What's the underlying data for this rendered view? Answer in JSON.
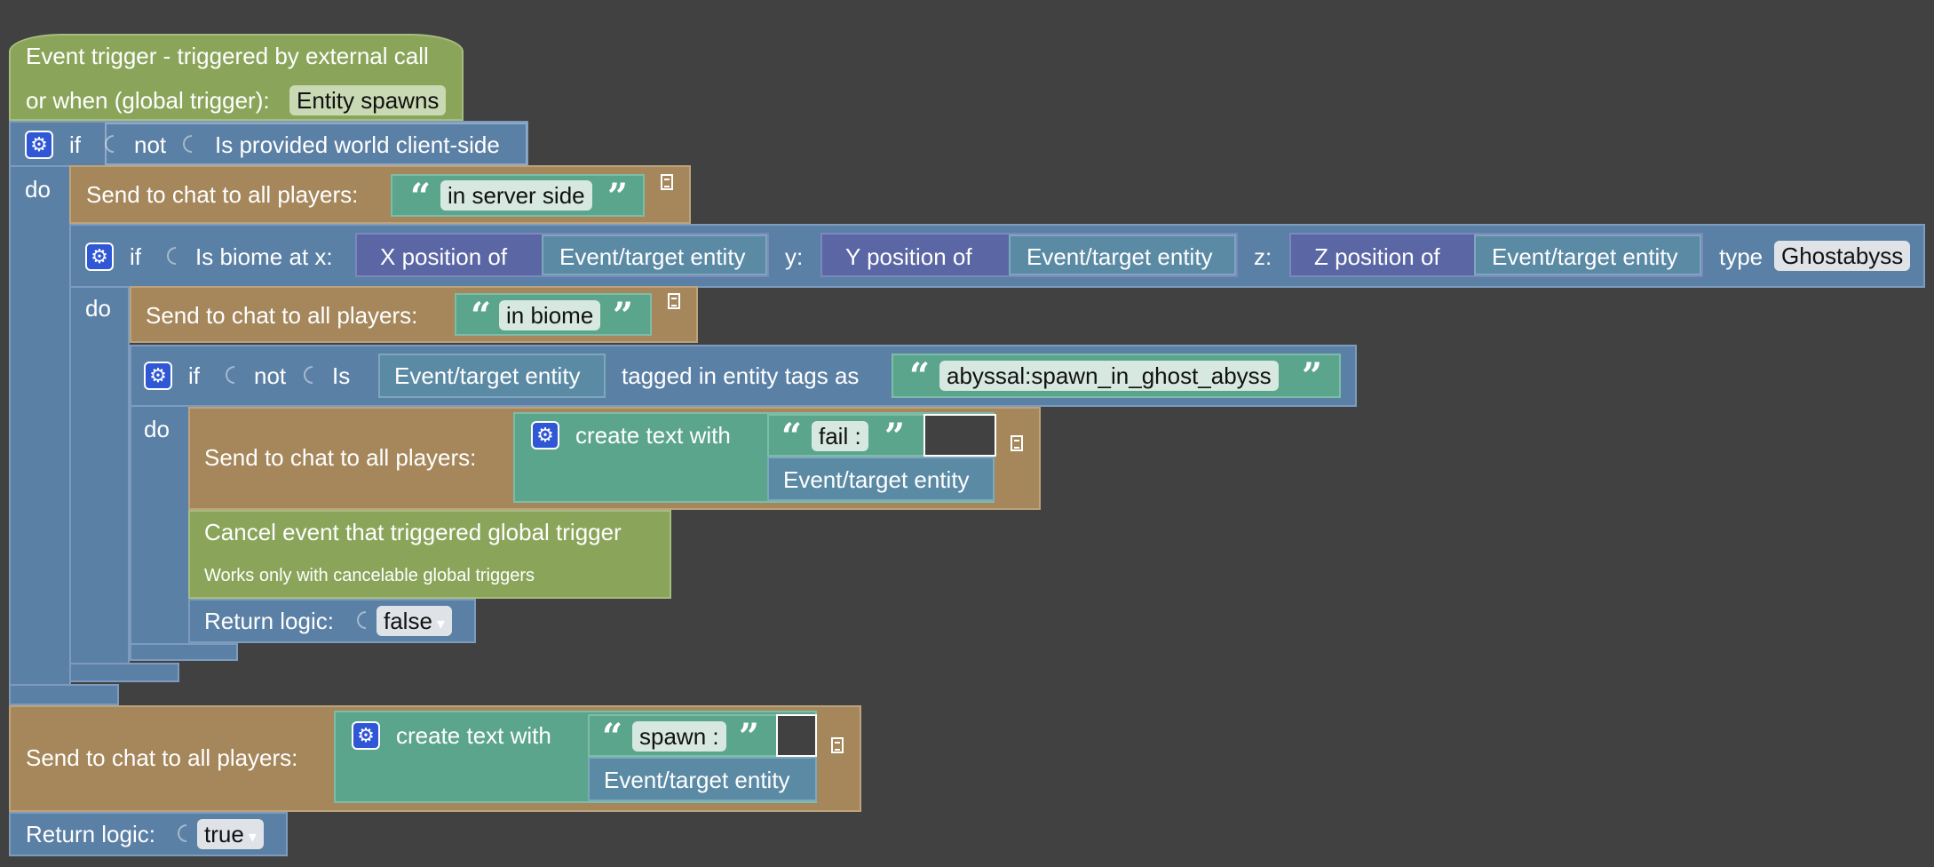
{
  "trigger": {
    "line1": "Event trigger - triggered by external call",
    "line2": "or when (global trigger):",
    "value": "Entity spawns"
  },
  "if1": {
    "if": "if",
    "not": "not",
    "cond": "Is provided world client-side",
    "do": "do"
  },
  "chat1": {
    "label": "Send to chat to all players:",
    "text": "in server side"
  },
  "if2": {
    "if": "if",
    "do": "do",
    "cond": "Is biome at x:",
    "xlabel": "X position of",
    "ent_x": "Event/target entity",
    "y": "y:",
    "ylabel": "Y position of",
    "ent_y": "Event/target entity",
    "z": "z:",
    "zlabel": "Z position of",
    "ent_z": "Event/target entity",
    "type": "type",
    "biome": "Ghostabyss"
  },
  "chat2": {
    "label": "Send to chat to all players:",
    "text": "in biome"
  },
  "if3": {
    "if": "if",
    "do": "do",
    "not": "not",
    "is": "Is",
    "entity": "Event/target entity",
    "tagged": "tagged in entity tags as",
    "tag": "abyssal:spawn_in_ghost_abyss"
  },
  "chat3": {
    "label": "Send to chat to all players:",
    "create": "create text with",
    "text": "fail :",
    "entity": "Event/target entity"
  },
  "cancel": {
    "title": "Cancel event that triggered global trigger",
    "note": "Works only with cancelable global triggers"
  },
  "return1": {
    "label": "Return logic:",
    "value": "false"
  },
  "chat4": {
    "label": "Send to chat to all players:",
    "create": "create text with",
    "text": "spawn :",
    "entity": "Event/target entity"
  },
  "return2": {
    "label": "Return logic:",
    "value": "true"
  },
  "colors": {
    "background": "#414141",
    "event": "#8aa55a",
    "logic": "#5b80a5",
    "chat": "#a5875b",
    "text": "#5ba58c",
    "entity": "#5b8aa5",
    "position": "#5b67a5",
    "mutator": "#2f57d6"
  },
  "icons": {
    "mutator": "gear-icon",
    "comment": "comment-icon",
    "quote_open": "open-quote-icon",
    "quote_close": "close-quote-icon",
    "dropdown": "chevron-down-icon"
  }
}
